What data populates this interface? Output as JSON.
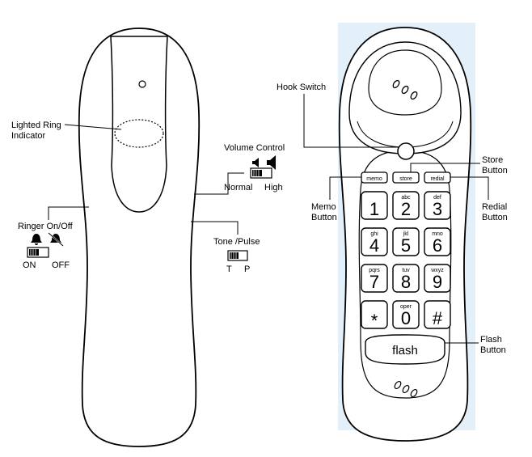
{
  "labels": {
    "lighted_ring_line1": "Lighted Ring",
    "lighted_ring_line2": "Indicator",
    "volume_control": "Volume Control",
    "volume_normal": "Normal",
    "volume_high": "High",
    "ringer": "Ringer On/Off",
    "ringer_on": "ON",
    "ringer_off": "OFF",
    "tone_pulse": "Tone /Pulse",
    "tone_t": "T",
    "tone_p": "P",
    "hook_switch": "Hook Switch",
    "store_line1": "Store",
    "store_line2": "Button",
    "memo_line1": "Memo",
    "memo_line2": "Button",
    "redial_line1": "Redial",
    "redial_line2": "Button",
    "flash_line1": "Flash",
    "flash_line2": "Button"
  },
  "function_keys": [
    "memo",
    "store",
    "redial"
  ],
  "keypad": [
    {
      "digit": "1",
      "letters": ""
    },
    {
      "digit": "2",
      "letters": "abc"
    },
    {
      "digit": "3",
      "letters": "def"
    },
    {
      "digit": "4",
      "letters": "ghi"
    },
    {
      "digit": "5",
      "letters": "jkl"
    },
    {
      "digit": "6",
      "letters": "mno"
    },
    {
      "digit": "7",
      "letters": "pqrs"
    },
    {
      "digit": "8",
      "letters": "tuv"
    },
    {
      "digit": "9",
      "letters": "wxyz"
    },
    {
      "digit": "*",
      "letters": ""
    },
    {
      "digit": "0",
      "letters": "oper"
    },
    {
      "digit": "#",
      "letters": ""
    }
  ],
  "flash_key": "flash",
  "colors": {
    "outline": "#000000",
    "panel_bg": "#e3f0fa",
    "key_fill": "#ffffff"
  }
}
